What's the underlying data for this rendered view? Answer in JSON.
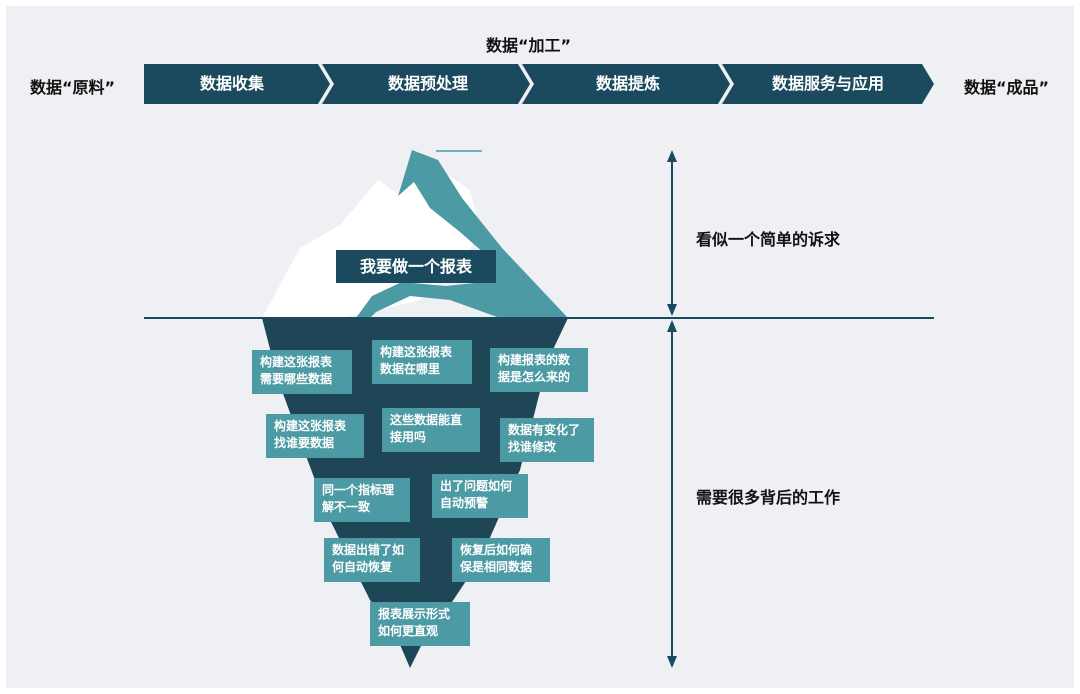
{
  "header": {
    "processing_title": "数据“加工”",
    "raw_label": "数据“原料”",
    "product_label": "数据“成品”",
    "stages": [
      "数据收集",
      "数据预处理",
      "数据提炼",
      "数据服务与应用"
    ]
  },
  "iceberg": {
    "tip_label": "我要做一个报表",
    "above_caption": "看似一个简单的诉求",
    "below_caption": "需要很多背后的工作",
    "questions": [
      [
        "构建这张报表",
        "需要哪些数据"
      ],
      [
        "构建这张报表",
        "数据在哪里"
      ],
      [
        "构建报表的数",
        "据是怎么来的"
      ],
      [
        "构建这张报表",
        "找谁要数据"
      ],
      [
        "这些数据能直",
        "接用吗"
      ],
      [
        "数据有变化了",
        "找谁修改"
      ],
      [
        "同一个指标理",
        "解不一致"
      ],
      [
        "出了问题如何",
        "自动预警"
      ],
      [
        "数据出错了如",
        "何自动恢复"
      ],
      [
        "恢复后如何确",
        "保是相同数据"
      ],
      [
        "报表展示形式",
        "如何更直观"
      ]
    ]
  },
  "colors": {
    "navy": "#1b4a5f",
    "teal": "#4c9aa4",
    "deep": "#1f4656",
    "background": "#eef0f3"
  }
}
